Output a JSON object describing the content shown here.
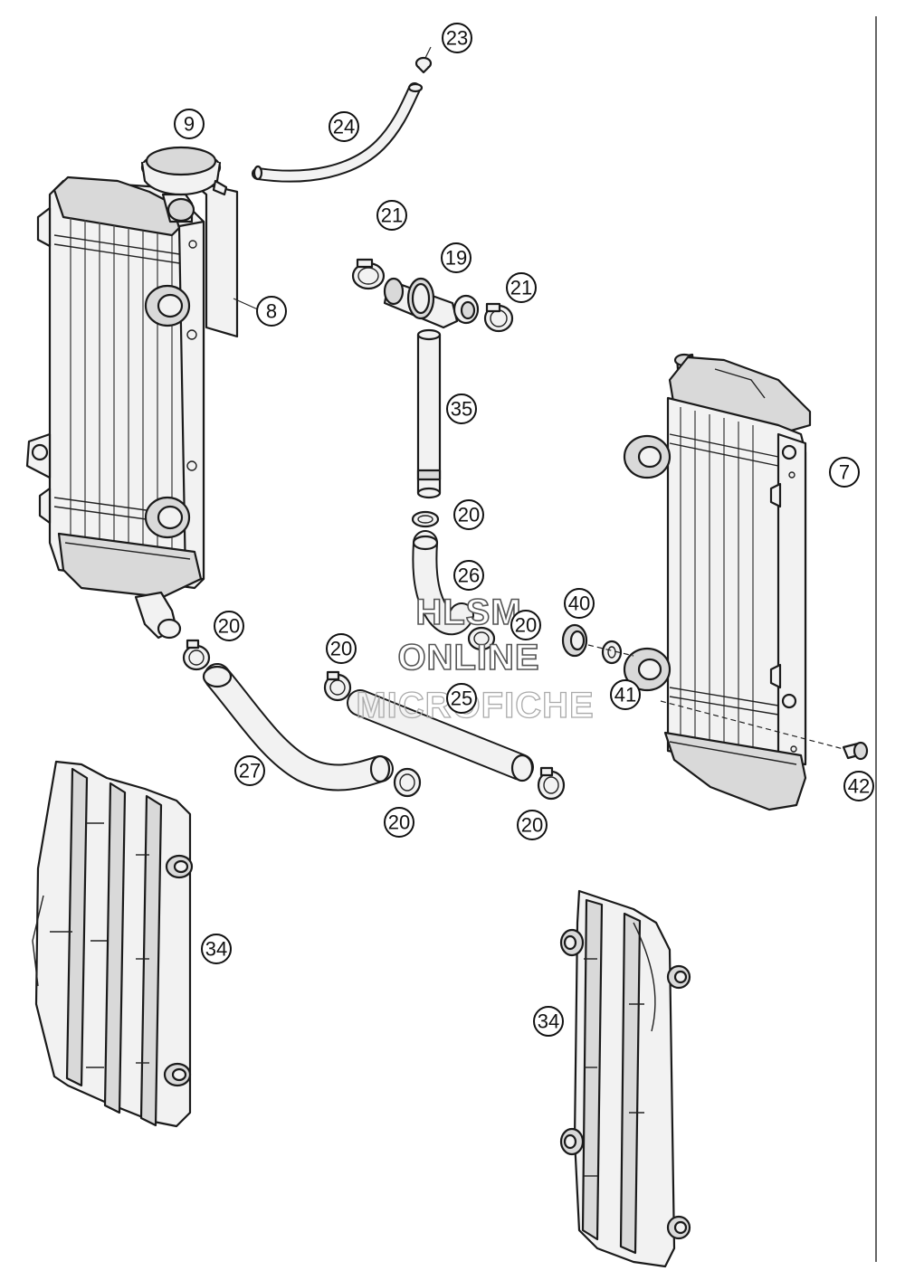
{
  "callouts": {
    "c23": "23",
    "c24": "24",
    "c9": "9",
    "c8": "8",
    "c21a": "21",
    "c19": "19",
    "c21b": "21",
    "c35": "35",
    "c7": "7",
    "c20a": "20",
    "c26": "26",
    "c40": "40",
    "c20b": "20",
    "c20c": "20",
    "c20d": "20",
    "c41": "41",
    "c25": "25",
    "c27": "27",
    "c42": "42",
    "c20e": "20",
    "c20f": "20",
    "c34a": "34",
    "c34b": "34"
  },
  "watermark": {
    "line1": "HLSM",
    "line2": "ONLINE",
    "line3": "MICROFICHE"
  },
  "parts": {
    "radiator_left": "radiator",
    "radiator_right": "radiator",
    "radiator_cap": "radiator-cap",
    "radiator_guard_left": "radiator-guard",
    "radiator_guard_right": "radiator-guard",
    "thermostat": "thermostat-housing",
    "hoses": [
      "hose-24",
      "hose-26",
      "hose-27",
      "hose-25",
      "tube-35"
    ],
    "hose_clamps": [
      "clamp-20",
      "clamp-21"
    ],
    "fasteners": [
      "grommet-40",
      "washer-41",
      "screw-42",
      "clip-23"
    ]
  }
}
